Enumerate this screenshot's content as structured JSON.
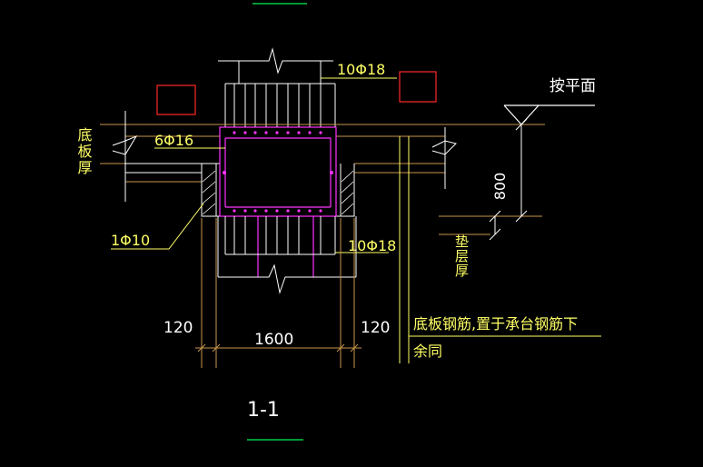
{
  "drawing": {
    "rebar_top": "10Φ18",
    "rebar_bottom": "10Φ18",
    "rebar_side": "6Φ16",
    "stirrup": "1Φ10",
    "slab_thickness_label": "底板厚",
    "by_plan_label": "按平面",
    "depth_800": "800",
    "cushion_label": "垫层厚",
    "dim_120_left": "120",
    "dim_1600": "1600",
    "dim_120_right": "120",
    "note_line1": "底板钢筋,置于承台钢筋下",
    "note_line2": "余同",
    "section_label": "1-1"
  },
  "colors": {
    "background": "#000000",
    "white": "#ffffff",
    "yellow": "#ffff66",
    "magenta": "#ff33ff",
    "red": "#ff2a2a",
    "orange": "#c8964b",
    "green": "#00cc44"
  }
}
